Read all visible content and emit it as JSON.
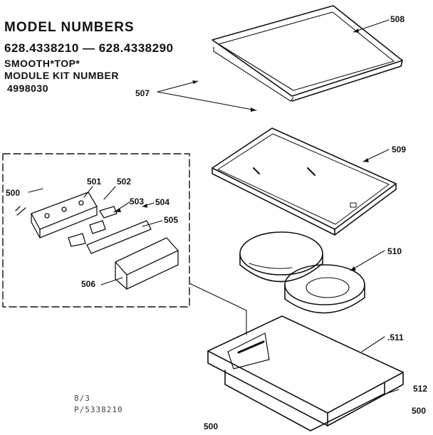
{
  "header": {
    "title": "MODEL NUMBERS",
    "models": "628.4338210 — 628.4338290",
    "smooth_top": "SMOOTH*TOP*",
    "kit_label": "MODULE KIT NUMBER",
    "kit_number": "4998030"
  },
  "parts": {
    "p500": "500",
    "p501": "501",
    "p502": "502",
    "p503": "503",
    "p504": "504",
    "p505": "505",
    "p506": "506",
    "p507": "507",
    "p508": "508",
    "p509": "509",
    "p510": "510",
    "p511": ".511",
    "p512": "512",
    "p500_right": "500",
    "p500_bottom": "500"
  },
  "footer": {
    "line1": "8/3",
    "line2": "P/5338210"
  }
}
